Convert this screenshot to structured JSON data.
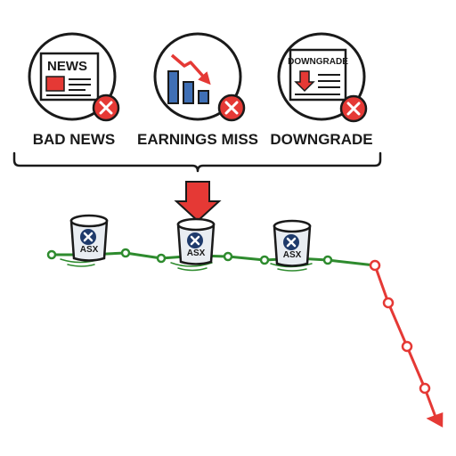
{
  "icons": [
    {
      "id": "bad-news",
      "label": "BAD NEWS",
      "icon_text": "NEWS",
      "icon": "newspaper-icon",
      "badge": "x-icon"
    },
    {
      "id": "earnings-miss",
      "label": "EARNINGS MISS",
      "icon": "falling-bar-chart-icon",
      "badge": "x-icon"
    },
    {
      "id": "downgrade",
      "label": "DOWNGRADE",
      "icon_text": "DOWNGRADE",
      "icon": "downgrade-report-icon",
      "badge": "x-icon"
    }
  ],
  "buckets": [
    {
      "id": "asx-1",
      "text": "ASX",
      "icon": "asx-bucket-icon"
    },
    {
      "id": "asx-2",
      "text": "ASX",
      "icon": "asx-bucket-icon"
    },
    {
      "id": "asx-3",
      "text": "ASX",
      "icon": "asx-bucket-icon"
    }
  ],
  "colors": {
    "ink": "#1a1a1a",
    "red": "#e53935",
    "green": "#2e8b2e",
    "blue": "#3f6fb5",
    "bucket": "#e9edf2"
  }
}
